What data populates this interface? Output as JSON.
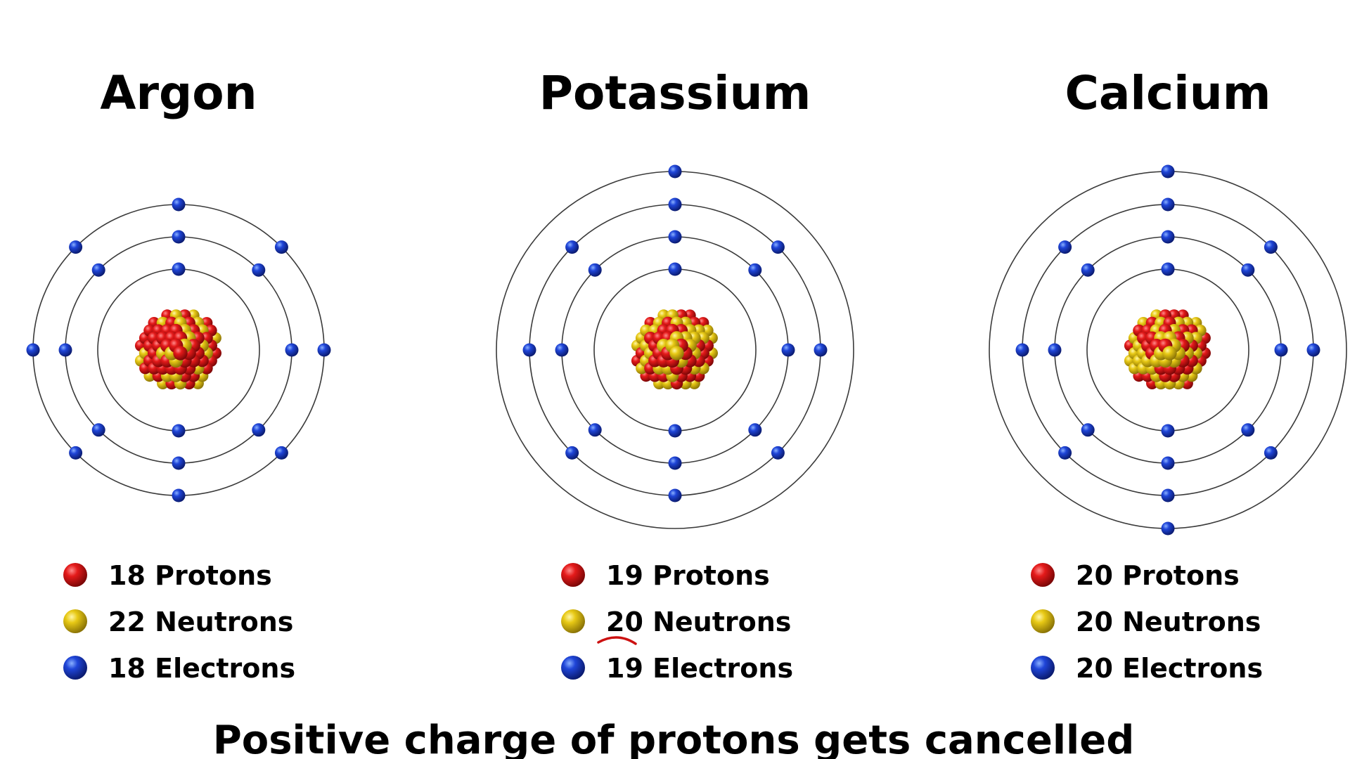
{
  "colors": {
    "proton": "#d81414",
    "neutron": "#e6c416",
    "electron": "#1e3fd0",
    "shell": "#3a3a3a",
    "annotation": "#cc1111"
  },
  "atoms": [
    {
      "name": "Argon",
      "shells": [
        2,
        8,
        8
      ],
      "legend": [
        "18 Protons",
        "22 Neutrons",
        "18 Electrons"
      ]
    },
    {
      "name": "Potassium",
      "shells": [
        2,
        8,
        8,
        1
      ],
      "legend": [
        "19 Protons",
        "20 Neutrons",
        "19 Electrons"
      ],
      "legend_annotation": "underline-neutrons"
    },
    {
      "name": "Calcium",
      "shells": [
        2,
        8,
        8,
        2
      ],
      "legend": [
        "20 Protons",
        "20 Neutrons",
        "20 Electrons"
      ]
    }
  ],
  "caption": "Positive charge of protons gets cancelled"
}
